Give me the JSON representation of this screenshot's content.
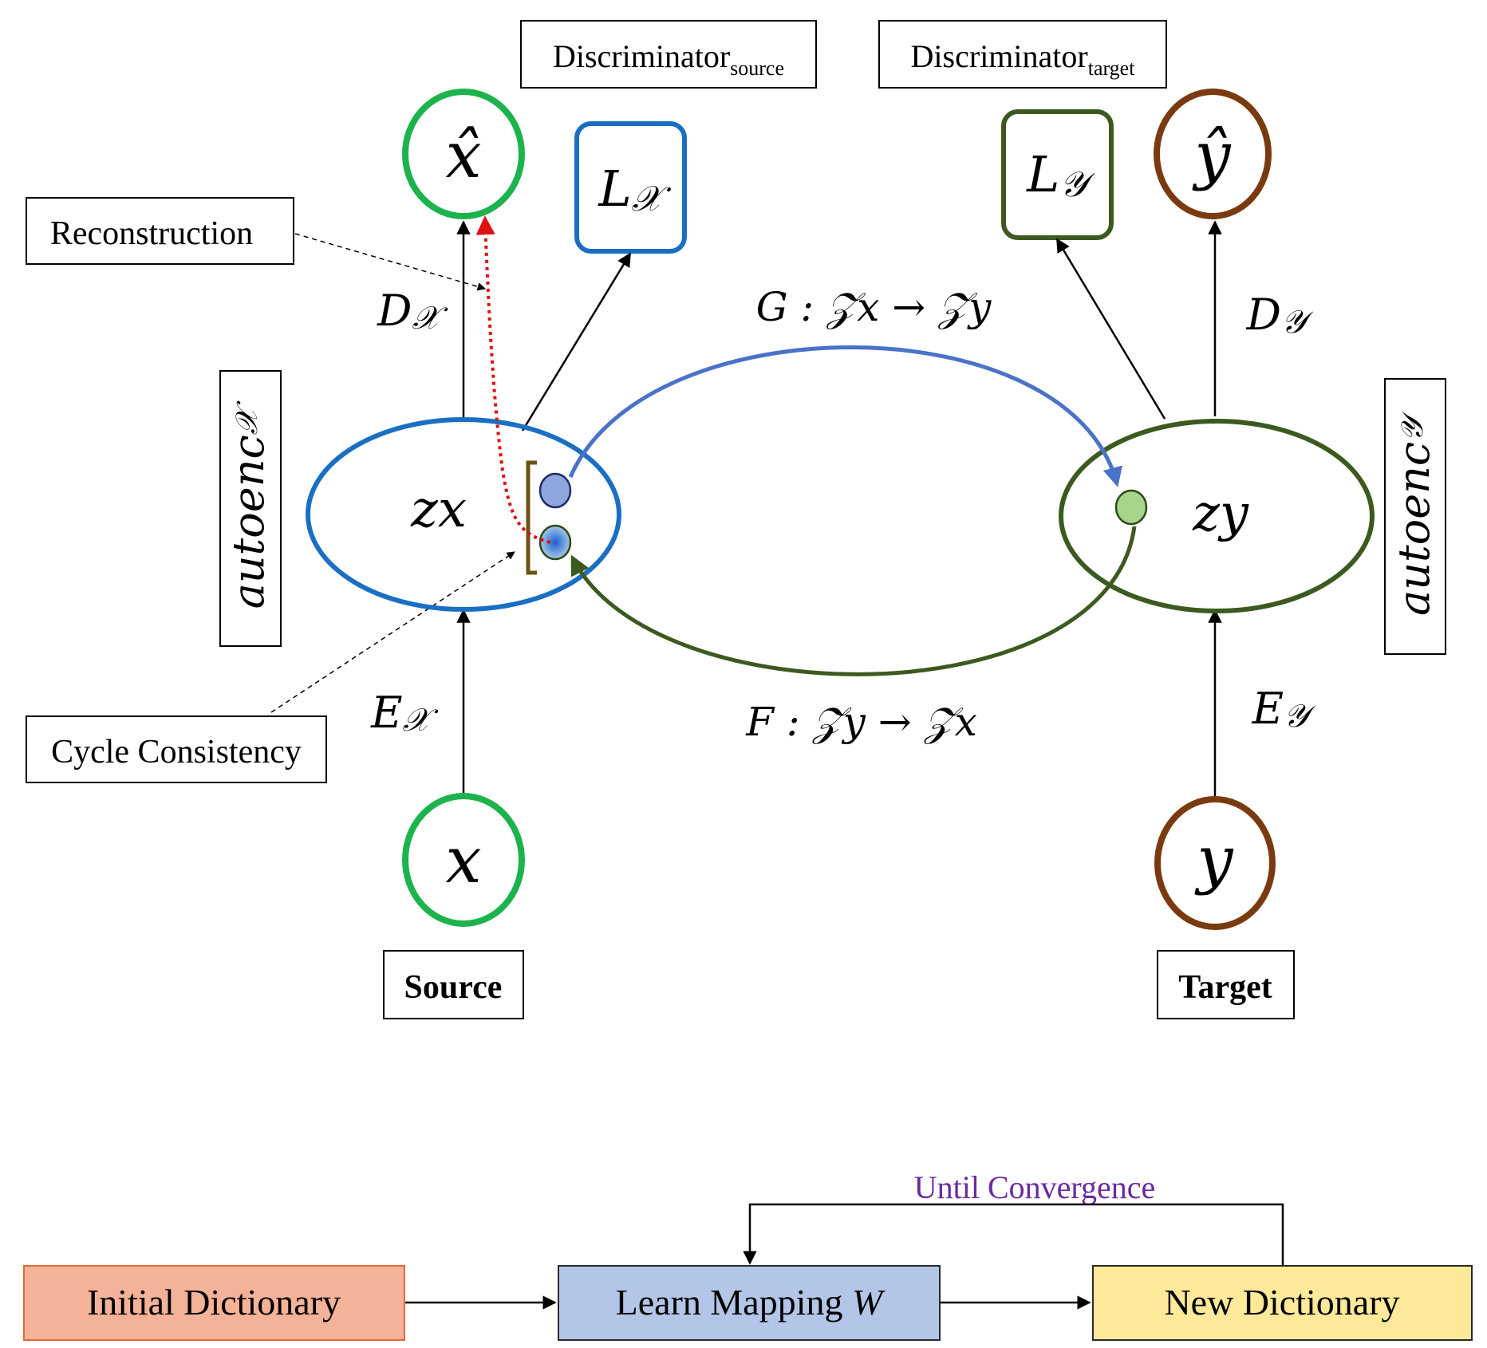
{
  "labels": {
    "discriminator_source": {
      "main": "Discriminator",
      "sub": "source"
    },
    "discriminator_target": {
      "main": "Discriminator",
      "sub": "target"
    },
    "reconstruction": "Reconstruction",
    "cycle_consistency": "Cycle Consistency",
    "source": "Source",
    "target": "Target"
  },
  "nodes": {
    "x_hat": "x̂",
    "y_hat": "ŷ",
    "x": "x",
    "y": "y",
    "z_x": "zx",
    "z_y": "zy",
    "loss_x": {
      "main": "L",
      "sub": "𝒳"
    },
    "loss_y": {
      "main": "L",
      "sub": "𝒴"
    }
  },
  "side_labels": {
    "autoenc_x": {
      "main": "autoenc",
      "sub": "𝒳"
    },
    "autoenc_y": {
      "main": "autoenc",
      "sub": "𝒴"
    }
  },
  "edges": {
    "decoder_x": {
      "main": "D",
      "sub": "𝒳"
    },
    "decoder_y": {
      "main": "D",
      "sub": "𝒴"
    },
    "encoder_x": {
      "main": "E",
      "sub": "𝒳"
    },
    "encoder_y": {
      "main": "E",
      "sub": "𝒴"
    },
    "mapping_g": "G : 𝒵x → 𝒵y",
    "mapping_f": "F : 𝒵y → 𝒵x"
  },
  "pipeline": {
    "loop_label": "Until Convergence",
    "step1": "Initial Dictionary",
    "step2": "Learn Mapping",
    "step2_var": "W",
    "step3": "New Dictionary"
  },
  "colors": {
    "green": "#1db34c",
    "brown": "#7a3a10",
    "blue": "#1a6fc4",
    "dark_green": "#3c5a20",
    "arrow_blue": "#4a72c8",
    "red": "#e01010",
    "purple": "#6a2aa0",
    "step1_fill": "#f4b298",
    "step2_fill": "#b3c6e7",
    "step3_fill": "#fde99a"
  }
}
